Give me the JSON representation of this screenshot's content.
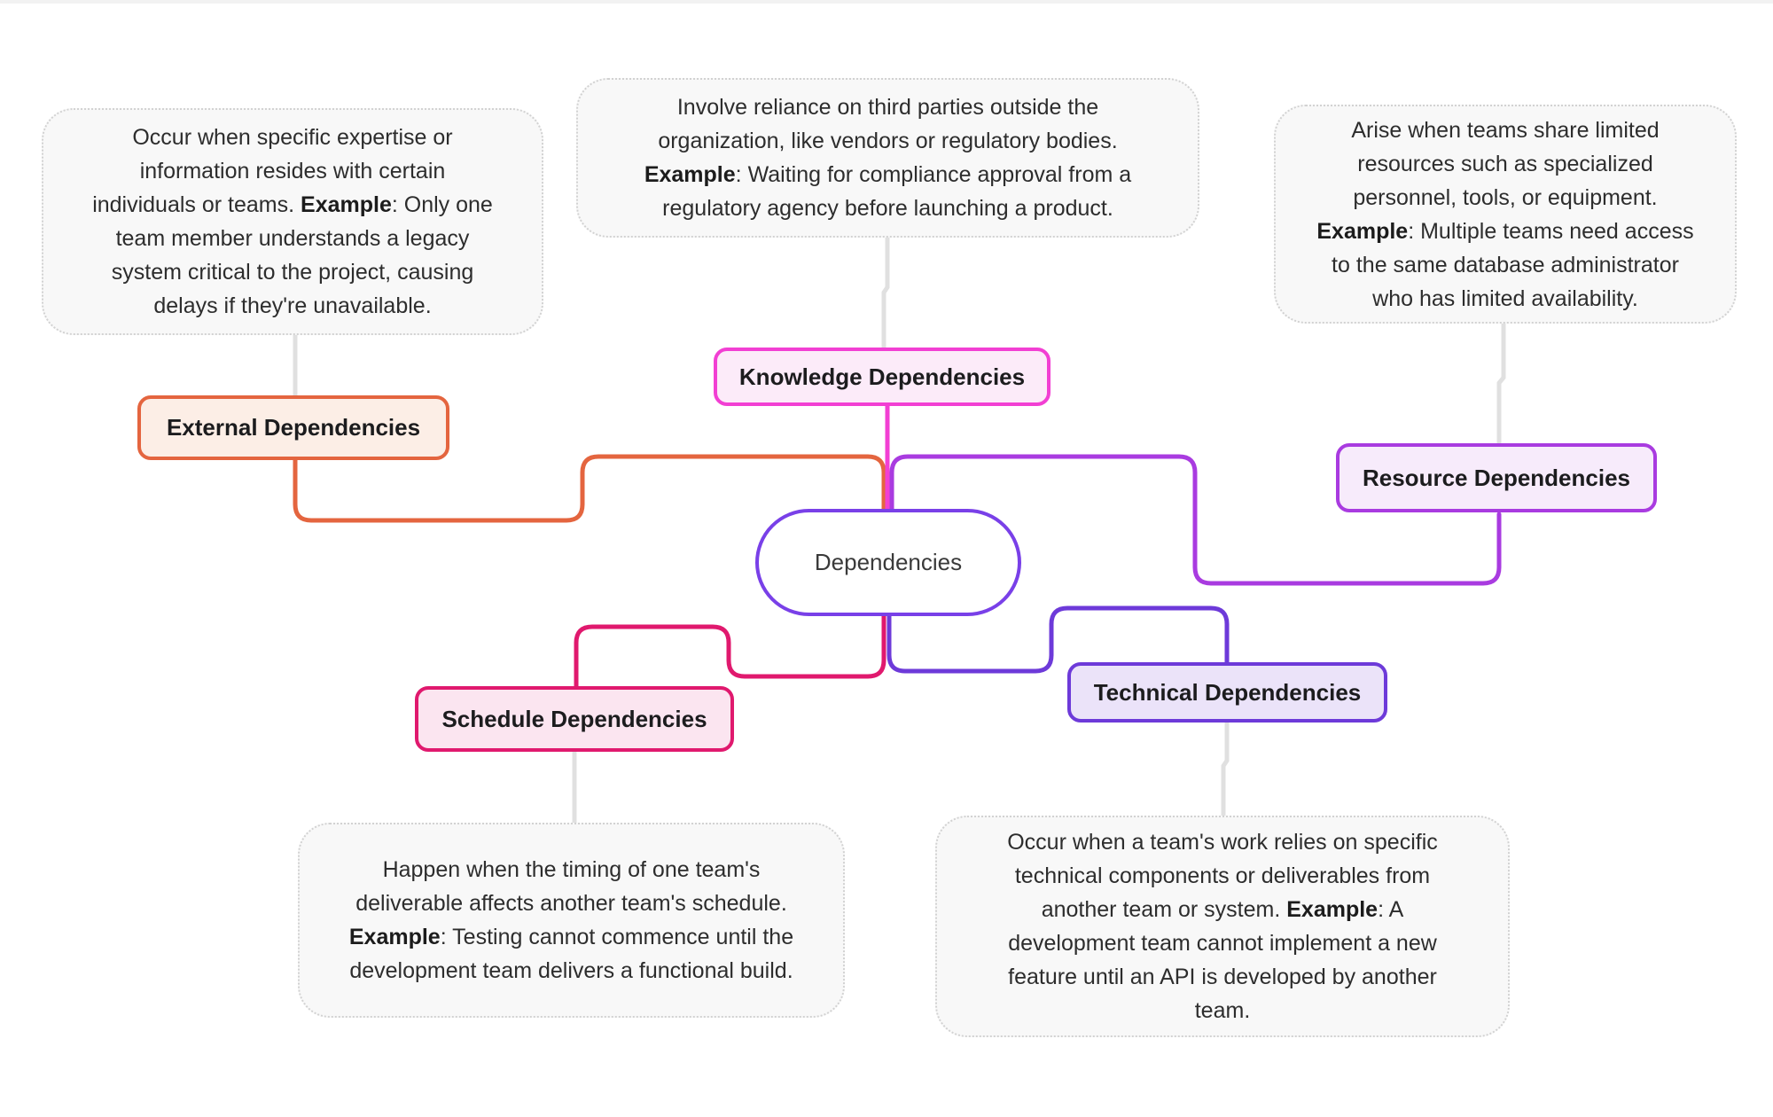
{
  "canvas": {
    "background": "#ffffff",
    "top_strip_color": "#f2f2f2",
    "bubble_fill": "#f8f8f8",
    "bubble_border": "#d2d2d2",
    "gray_connector_color": "#e0e0e0"
  },
  "center": {
    "label": "Dependencies",
    "border_color": "#7940E8",
    "fill": "#ffffff"
  },
  "branches": [
    {
      "id": "external",
      "label": "External Dependencies",
      "color": "#E4653F",
      "fill": "#FCEEE6",
      "description_lines": [
        [
          {
            "t": "Occur when specific expertise or"
          }
        ],
        [
          {
            "t": "information resides with certain"
          }
        ],
        [
          {
            "t": "individuals or teams. "
          },
          {
            "t": "Example",
            "b": true
          },
          {
            "t": ": Only one"
          }
        ],
        [
          {
            "t": "team member understands a legacy"
          }
        ],
        [
          {
            "t": "system critical to the project, causing"
          }
        ],
        [
          {
            "t": "delays if they're unavailable."
          }
        ]
      ]
    },
    {
      "id": "knowledge",
      "label": "Knowledge Dependencies",
      "color": "#F23FD3",
      "fill": "#FCEBF9",
      "description_lines": [
        [
          {
            "t": "Involve reliance on third parties outside the"
          }
        ],
        [
          {
            "t": "organization, like vendors or regulatory bodies."
          }
        ],
        [
          {
            "t": "Example",
            "b": true
          },
          {
            "t": ": Waiting for compliance approval from a"
          }
        ],
        [
          {
            "t": "regulatory agency before launching a product."
          }
        ]
      ]
    },
    {
      "id": "resource",
      "label": "Resource Dependencies",
      "color": "#A93BE0",
      "fill": "#F7EBFB",
      "description_lines": [
        [
          {
            "t": "Arise when teams share limited"
          }
        ],
        [
          {
            "t": "resources such as specialized"
          }
        ],
        [
          {
            "t": "personnel, tools, or equipment."
          }
        ],
        [
          {
            "t": "Example",
            "b": true
          },
          {
            "t": ": Multiple teams need access"
          }
        ],
        [
          {
            "t": "to the same database administrator"
          }
        ],
        [
          {
            "t": "who has limited availability."
          }
        ]
      ]
    },
    {
      "id": "schedule",
      "label": "Schedule Dependencies",
      "color": "#E0196E",
      "fill": "#FBE5F0",
      "description_lines": [
        [
          {
            "t": "Happen when the timing of one team's"
          }
        ],
        [
          {
            "t": "deliverable affects another team's schedule."
          }
        ],
        [
          {
            "t": "Example",
            "b": true
          },
          {
            "t": ": Testing cannot commence until the"
          }
        ],
        [
          {
            "t": "development team delivers a functional build."
          }
        ]
      ]
    },
    {
      "id": "technical",
      "label": "Technical Dependencies",
      "color": "#6D3AD9",
      "fill": "#EBE3F9",
      "description_lines": [
        [
          {
            "t": "Occur when a team's work relies on specific"
          }
        ],
        [
          {
            "t": "technical components or deliverables from"
          }
        ],
        [
          {
            "t": "another team or system. "
          },
          {
            "t": "Example",
            "b": true
          },
          {
            "t": ": A"
          }
        ],
        [
          {
            "t": "development team cannot implement a new"
          }
        ],
        [
          {
            "t": "feature until an API is developed by another"
          }
        ],
        [
          {
            "t": "team."
          }
        ]
      ]
    }
  ]
}
